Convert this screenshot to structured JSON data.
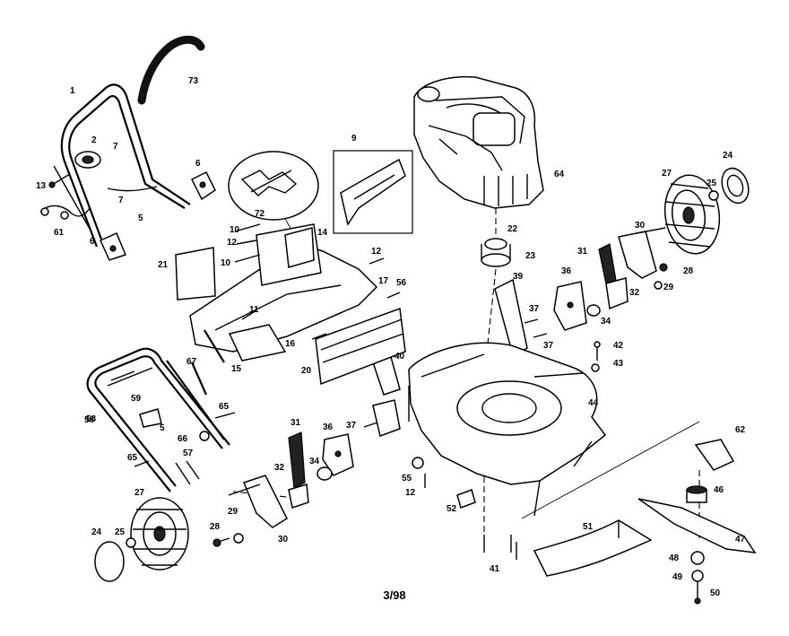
{
  "header_text": "",
  "footer": {
    "page_code": "3/98"
  },
  "callouts": [
    {
      "id": "c73",
      "text": "73"
    },
    {
      "id": "c1",
      "text": "1"
    },
    {
      "id": "c2",
      "text": "2"
    },
    {
      "id": "c7a",
      "text": "7"
    },
    {
      "id": "c13",
      "text": "13"
    },
    {
      "id": "c7b",
      "text": "7"
    },
    {
      "id": "c5a",
      "text": "5"
    },
    {
      "id": "c61",
      "text": "61"
    },
    {
      "id": "c6a",
      "text": "6"
    },
    {
      "id": "c6b",
      "text": "6"
    },
    {
      "id": "c72",
      "text": "72"
    },
    {
      "id": "c9",
      "text": "9"
    },
    {
      "id": "c10a",
      "text": "10"
    },
    {
      "id": "c12a",
      "text": "12"
    },
    {
      "id": "c14",
      "text": "14"
    },
    {
      "id": "c10b",
      "text": "10"
    },
    {
      "id": "c21",
      "text": "21"
    },
    {
      "id": "c12b",
      "text": "12"
    },
    {
      "id": "c17",
      "text": "17"
    },
    {
      "id": "c56a",
      "text": "56"
    },
    {
      "id": "c11",
      "text": "11"
    },
    {
      "id": "c16",
      "text": "16"
    },
    {
      "id": "c15",
      "text": "15"
    },
    {
      "id": "c58a",
      "text": "58"
    },
    {
      "id": "c20",
      "text": "20"
    },
    {
      "id": "c64",
      "text": "64"
    },
    {
      "id": "c24a",
      "text": "24"
    },
    {
      "id": "c27a",
      "text": "27"
    },
    {
      "id": "c25a",
      "text": "25"
    },
    {
      "id": "c22",
      "text": "22"
    },
    {
      "id": "c23",
      "text": "23"
    },
    {
      "id": "c30a",
      "text": "30"
    },
    {
      "id": "c31a",
      "text": "31"
    },
    {
      "id": "c28a",
      "text": "28"
    },
    {
      "id": "c39",
      "text": "39"
    },
    {
      "id": "c36a",
      "text": "36"
    },
    {
      "id": "c32a",
      "text": "32"
    },
    {
      "id": "c29a",
      "text": "29"
    },
    {
      "id": "c37a",
      "text": "37"
    },
    {
      "id": "c34a",
      "text": "34"
    },
    {
      "id": "c37b",
      "text": "37"
    },
    {
      "id": "c42",
      "text": "42"
    },
    {
      "id": "c43",
      "text": "43"
    },
    {
      "id": "c67",
      "text": "67"
    },
    {
      "id": "c59",
      "text": "59"
    },
    {
      "id": "c40",
      "text": "40"
    },
    {
      "id": "c44",
      "text": "44"
    },
    {
      "id": "c65a",
      "text": "65"
    },
    {
      "id": "c58b",
      "text": "58"
    },
    {
      "id": "c5b",
      "text": "5"
    },
    {
      "id": "c66",
      "text": "66"
    },
    {
      "id": "c31b",
      "text": "31"
    },
    {
      "id": "c36b",
      "text": "36"
    },
    {
      "id": "c37c",
      "text": "37"
    },
    {
      "id": "c62",
      "text": "62"
    },
    {
      "id": "c57",
      "text": "57"
    },
    {
      "id": "c65b",
      "text": "65"
    },
    {
      "id": "c32b",
      "text": "32"
    },
    {
      "id": "c34b",
      "text": "34"
    },
    {
      "id": "c55",
      "text": "55"
    },
    {
      "id": "c12c",
      "text": "12"
    },
    {
      "id": "c46",
      "text": "46"
    },
    {
      "id": "c52",
      "text": "52"
    },
    {
      "id": "c27b",
      "text": "27"
    },
    {
      "id": "c24b",
      "text": "24"
    },
    {
      "id": "c25b",
      "text": "25"
    },
    {
      "id": "c28b",
      "text": "28"
    },
    {
      "id": "c29b",
      "text": "29"
    },
    {
      "id": "c30b",
      "text": "30"
    },
    {
      "id": "c51",
      "text": "51"
    },
    {
      "id": "c47",
      "text": "47"
    },
    {
      "id": "c41",
      "text": "41"
    },
    {
      "id": "c48",
      "text": "48"
    },
    {
      "id": "c49",
      "text": "49"
    },
    {
      "id": "c50",
      "text": "50"
    }
  ]
}
